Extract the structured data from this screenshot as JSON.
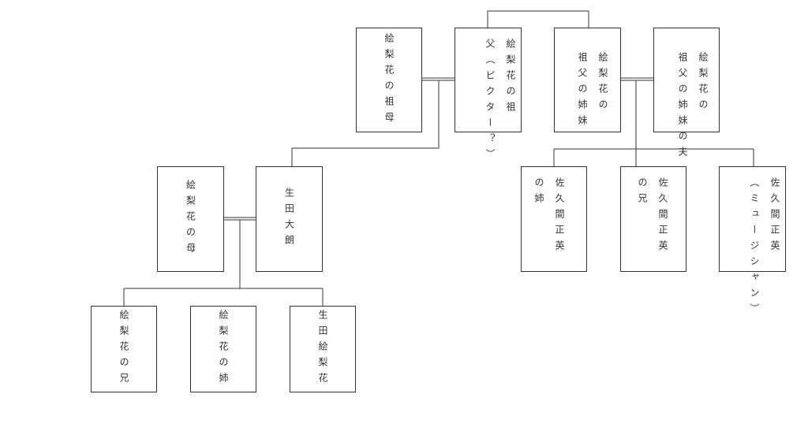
{
  "line_color": "#333333",
  "people": {
    "erika_grandmother": [
      "絵梨花の祖母"
    ],
    "erika_grandfather": [
      "絵梨花の祖",
      "父（ピクター？）"
    ],
    "grandfather_sister": [
      "絵梨花の",
      "祖父の姉妹"
    ],
    "grandfather_sister_husband": [
      "絵梨花の",
      "祖父の姉妹の夫"
    ],
    "erika_mother": [
      "絵梨花の母"
    ],
    "ikuta_taro": [
      "生田大朗"
    ],
    "sakuma_sister": [
      "佐久間正英",
      "の姉"
    ],
    "sakuma_brother": [
      "佐久間正英",
      "の兄"
    ],
    "sakuma_masahide": [
      "佐久間正英",
      "（ミュージシャン）"
    ],
    "erika_brother": [
      "絵梨花の兄"
    ],
    "erika_sister": [
      "絵梨花の姉"
    ],
    "ikuta_erika": [
      "生田絵梨花"
    ]
  }
}
